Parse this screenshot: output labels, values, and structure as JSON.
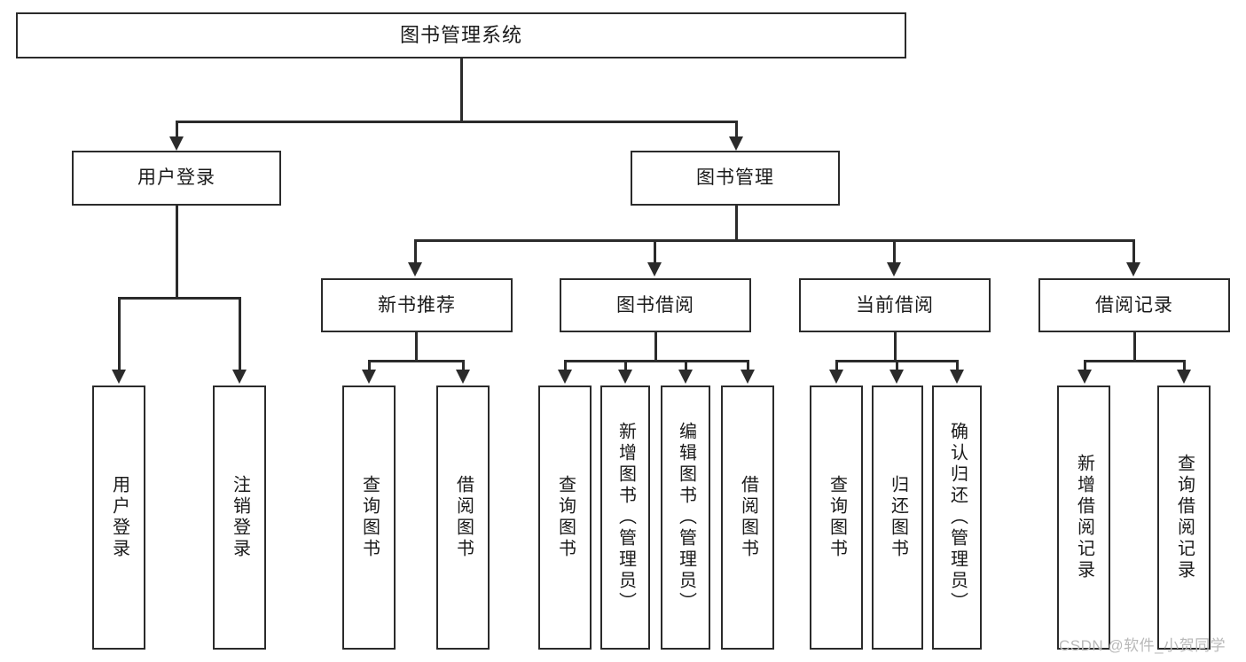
{
  "diagram": {
    "title": "图书管理系统",
    "watermark": "CSDN @软件_小贺同学",
    "level2": {
      "user_login": "用户登录",
      "book_manage": "图书管理"
    },
    "level3": {
      "new_book_recommend": "新书推荐",
      "book_borrow": "图书借阅",
      "current_borrow": "当前借阅",
      "borrow_record": "借阅记录"
    },
    "leaves": {
      "user_login_1": "用户登录",
      "user_login_2": "注销登录",
      "recommend_1": "查询图书",
      "recommend_2": "借阅图书",
      "borrow_1": "查询图书",
      "borrow_2": "新增图书（管理员）",
      "borrow_3": "编辑图书（管理员）",
      "borrow_4": "借阅图书",
      "current_1": "查询图书",
      "current_2": "归还图书",
      "current_3": "确认归还（管理员）",
      "record_1": "新增借阅记录",
      "record_2": "查询借阅记录"
    }
  }
}
